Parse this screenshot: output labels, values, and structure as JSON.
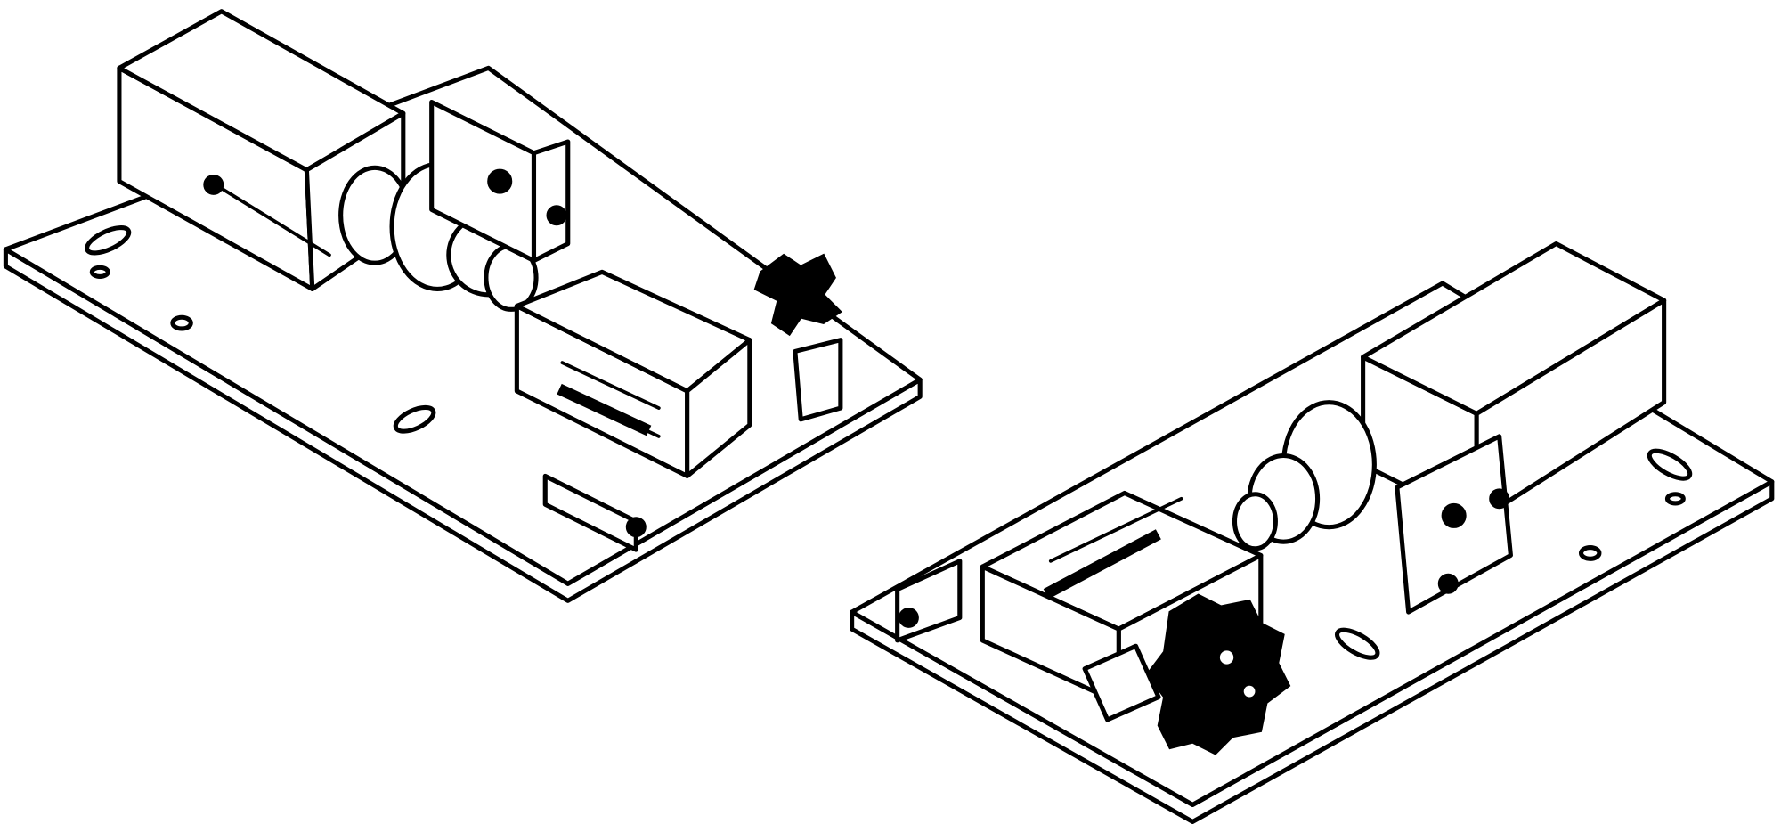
{
  "illustration": {
    "style": "black line art",
    "colors": {
      "line": "#000000",
      "background": "#ffffff"
    },
    "assemblies": [
      "left-mechanical-assembly",
      "right-mechanical-assembly"
    ]
  }
}
